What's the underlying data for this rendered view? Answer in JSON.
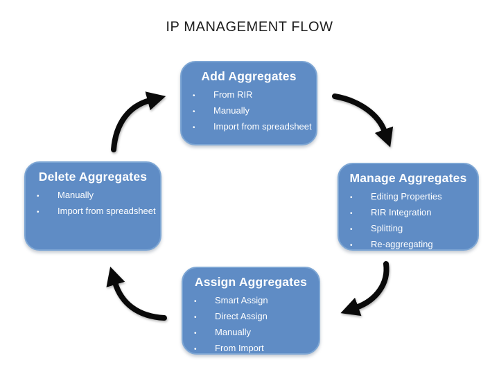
{
  "title": "IP MANAGEMENT FLOW",
  "colors": {
    "box_fill": "#5f8cc5",
    "box_border": "#7da6d4",
    "box_text": "#ffffff",
    "arrow_color": "#0a0a0a",
    "title_text": "#1c1c1c"
  },
  "bullet_glyph": "•",
  "nodes": [
    {
      "id": "add",
      "title": "Add Aggregates",
      "items": [
        "From RIR",
        "Manually",
        "Import from spreadsheet"
      ]
    },
    {
      "id": "manage",
      "title": "Manage Aggregates",
      "items": [
        "Editing Properties",
        "RIR Integration",
        "Splitting",
        "Re-aggregating"
      ]
    },
    {
      "id": "delete",
      "title": "Delete Aggregates",
      "items": [
        "Manually",
        "Import from spreadsheet"
      ]
    },
    {
      "id": "assign",
      "title": "Assign Aggregates",
      "items": [
        "Smart Assign",
        "Direct Assign",
        "Manually",
        "From Import"
      ]
    }
  ],
  "edges": [
    {
      "from": "add",
      "to": "manage"
    },
    {
      "from": "manage",
      "to": "assign"
    },
    {
      "from": "assign",
      "to": "delete"
    },
    {
      "from": "delete",
      "to": "add"
    }
  ]
}
